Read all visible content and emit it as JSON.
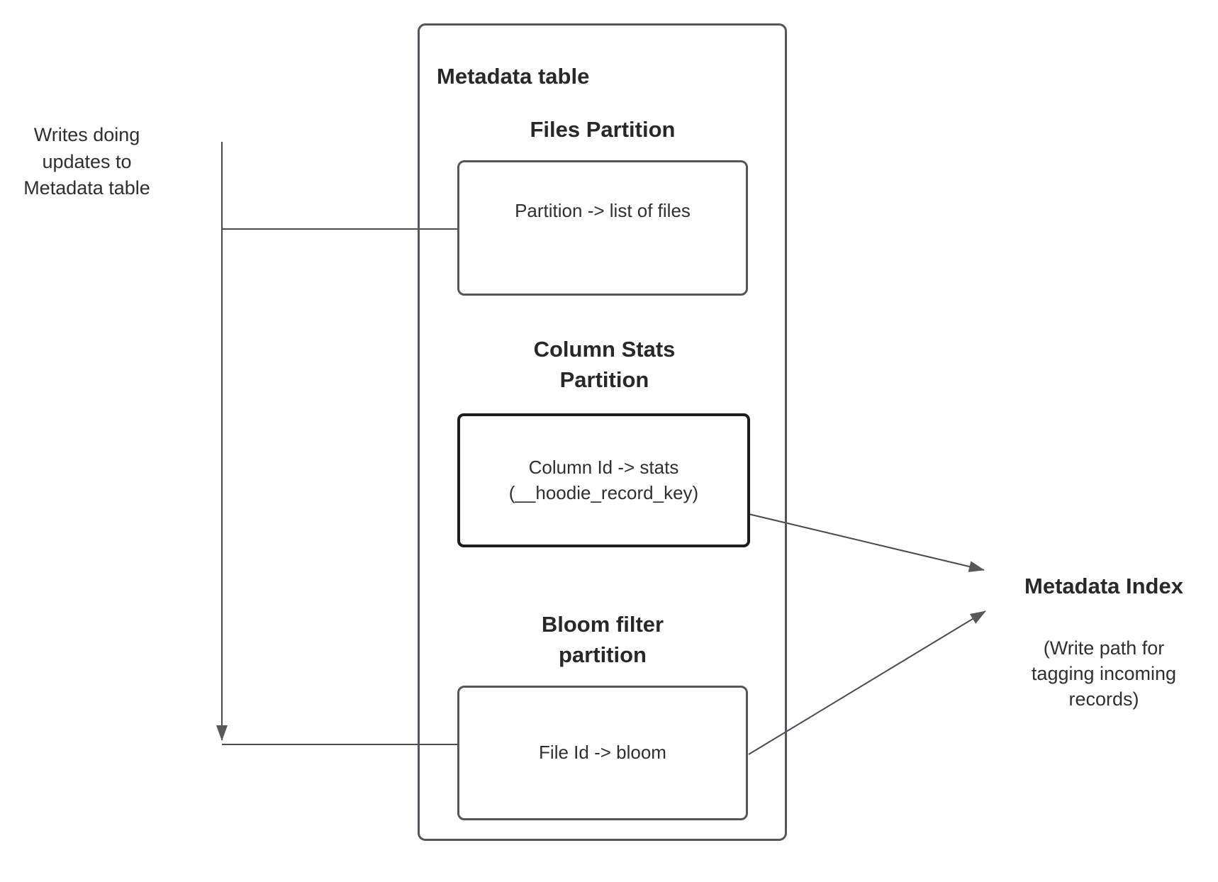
{
  "colors": {
    "box_border": "#55565a",
    "stats_box_border": "#1c1c1c",
    "connector": "#4b4b4d",
    "arrowhead": "#58585a",
    "text": "#2f2f2f",
    "background": "#ffffff"
  },
  "annotation": {
    "text": "Writes doing\nupdates to\nMetadata table"
  },
  "metadata_table": {
    "title": "Metadata table",
    "sections": [
      {
        "heading": "Files Partition",
        "box_text": "Partition -> list of files"
      },
      {
        "heading": "Column Stats\nPartition",
        "box_text": "Column Id  -> stats\n(__hoodie_record_key)"
      },
      {
        "heading": "Bloom filter\npartition",
        "box_text": "File Id -> bloom"
      }
    ]
  },
  "metadata_index": {
    "title": "Metadata Index",
    "caption": "(Write path for\ntagging incoming\nrecords)"
  }
}
